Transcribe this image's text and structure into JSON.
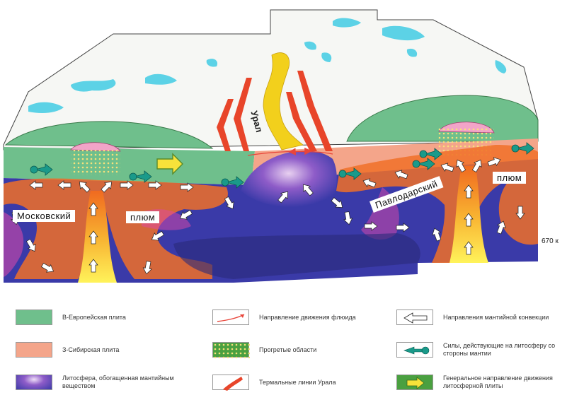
{
  "diagram": {
    "labels": {
      "ural": "Урал",
      "moscow_plume_left": "Московский",
      "moscow_plume_right": "плюм",
      "pavlodar_plume_left": "Павлодарский",
      "pavlodar_plume_right": "плюм",
      "depth": "670 к"
    }
  },
  "legend": {
    "items": [
      {
        "icon": "green-plate-swatch",
        "text": "В-Европейская плита"
      },
      {
        "icon": "fluid-arrow-swatch",
        "text": "Направление движения флюида"
      },
      {
        "icon": "white-arrow-swatch",
        "text": "Направления мантийной конвекции"
      },
      {
        "icon": "pink-plate-swatch",
        "text": "З-Сибирская плита"
      },
      {
        "icon": "heated-area-swatch",
        "text": "Прогретые области"
      },
      {
        "icon": "force-arrow-swatch",
        "text": "Силы, действующие на литосферу со стороны мантии"
      },
      {
        "icon": "enriched-lithosphere-swatch",
        "text": "Литосфера, обогащенная мантийным веществом"
      },
      {
        "icon": "thermal-line-swatch",
        "text": "Термальные линии Урала"
      },
      {
        "icon": "general-direction-arrow-swatch",
        "text": "Генеральное направление движения литосферной плиты"
      }
    ]
  },
  "colors": {
    "east_european_plate": "#6fbf8c",
    "west_siberian_plate": "#f4a58a",
    "mantle": "#3a3aa8",
    "hot_mantle": "#f07028",
    "plume_core": "#ffd83a",
    "ural_fold": "#f2d01c",
    "thermal_line": "#e8452a",
    "force_arrow": "#1a9a8a",
    "general_arrow": "#f7e23a"
  }
}
